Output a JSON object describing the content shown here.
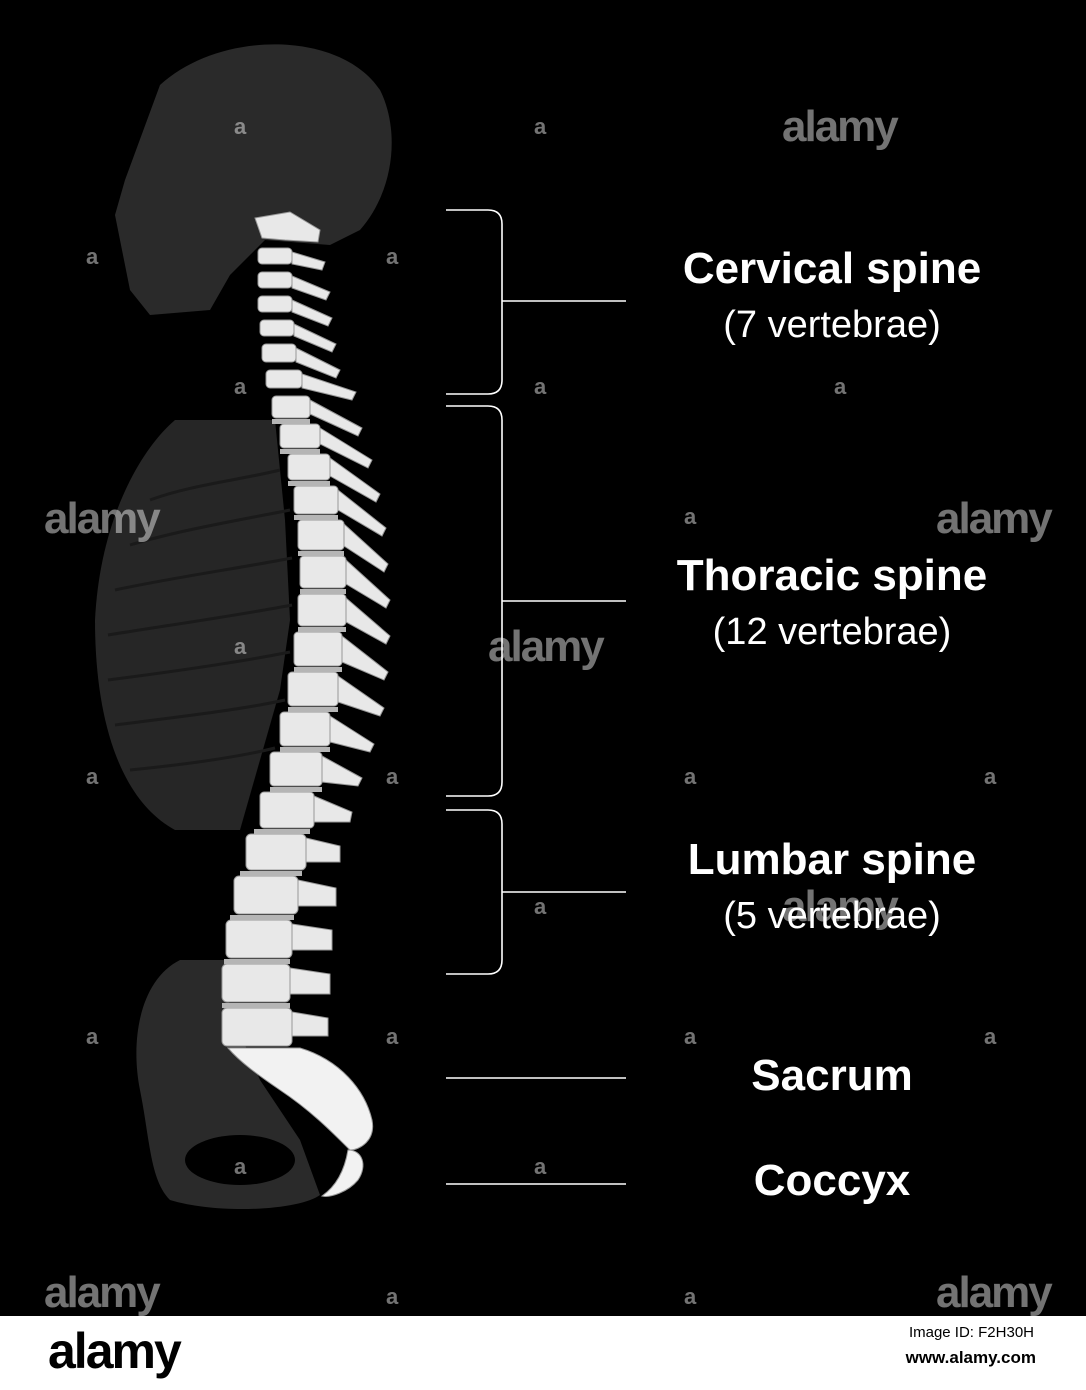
{
  "sections": [
    {
      "id": "cervical",
      "name": "Cervical spine",
      "count": "(7 vertebrae)"
    },
    {
      "id": "thoracic",
      "name": "Thoracic spine",
      "count": "(12 vertebrae)"
    },
    {
      "id": "lumbar",
      "name": "Lumbar spine",
      "count": "(5 vertebrae)"
    },
    {
      "id": "sacrum",
      "name": "Sacrum"
    },
    {
      "id": "coccyx",
      "name": "Coccyx"
    }
  ],
  "watermark": {
    "brand": "alamy",
    "mark": "a"
  },
  "footer": {
    "logo": "alamy",
    "image_id": "Image ID: F2H30H",
    "url": "www.alamy.com"
  },
  "colors": {
    "background": "#000000",
    "bone": "#e8e8e8",
    "disc": "#b5b5b5",
    "silhouette": "#2a2a2a",
    "bracket": "#ffffff"
  }
}
